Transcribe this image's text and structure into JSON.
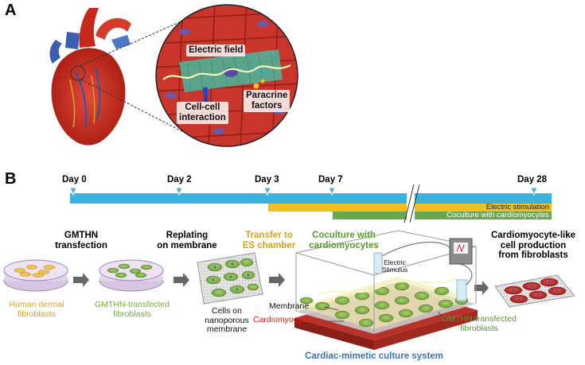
{
  "panels": {
    "a": "A",
    "b": "B"
  },
  "panel_a": {
    "electric_field": "Electric field",
    "paracrine": [
      "Paracrine",
      "factors"
    ],
    "cell_cell": [
      "Cell-cell",
      "interaction"
    ]
  },
  "timeline": {
    "days": [
      {
        "label": "Day 0"
      },
      {
        "label": "Day 2"
      },
      {
        "label": "Day 3"
      },
      {
        "label": "Day 7"
      },
      {
        "label": "Day 28"
      }
    ],
    "bars": [
      {
        "label": "Electric stimulation",
        "color": "#f2c01e"
      },
      {
        "label": "Coculture with cardiomyocytes",
        "color": "#6aa84f"
      }
    ],
    "main_color": "#3bb3e0"
  },
  "steps": {
    "gmthn": [
      "GMTHN",
      "transfection"
    ],
    "replating": [
      "Replating",
      "on membrane"
    ],
    "transfer": [
      "Transfer to",
      "ES chamber"
    ],
    "coculture": [
      "Coculture with",
      "cardiomyocytes"
    ],
    "result": [
      "Cardiomyocyte-like",
      "cell production",
      "from fibroblasts"
    ]
  },
  "labels": {
    "human_dermal": [
      "Human dermal",
      "fibroblasts"
    ],
    "gmthn_fibro": [
      "GMTHN-transfected",
      "fibroblasts"
    ],
    "cells_on": [
      "Cells on",
      "nanoporous",
      "membrane"
    ],
    "membrane": "Membrane",
    "cardiomyocytes": "Cardiomyocytes",
    "electric": [
      "Electric",
      "Stimulus"
    ],
    "gmthn_right": [
      "GMTHN-transfected",
      "fibroblasts"
    ],
    "system": "Cardiac-mimetic culture system"
  },
  "colors": {
    "orange_text": "#d9a21b",
    "green_text": "#5a9a2e",
    "red_text": "#e02020",
    "blue_text": "#3a74c4"
  }
}
